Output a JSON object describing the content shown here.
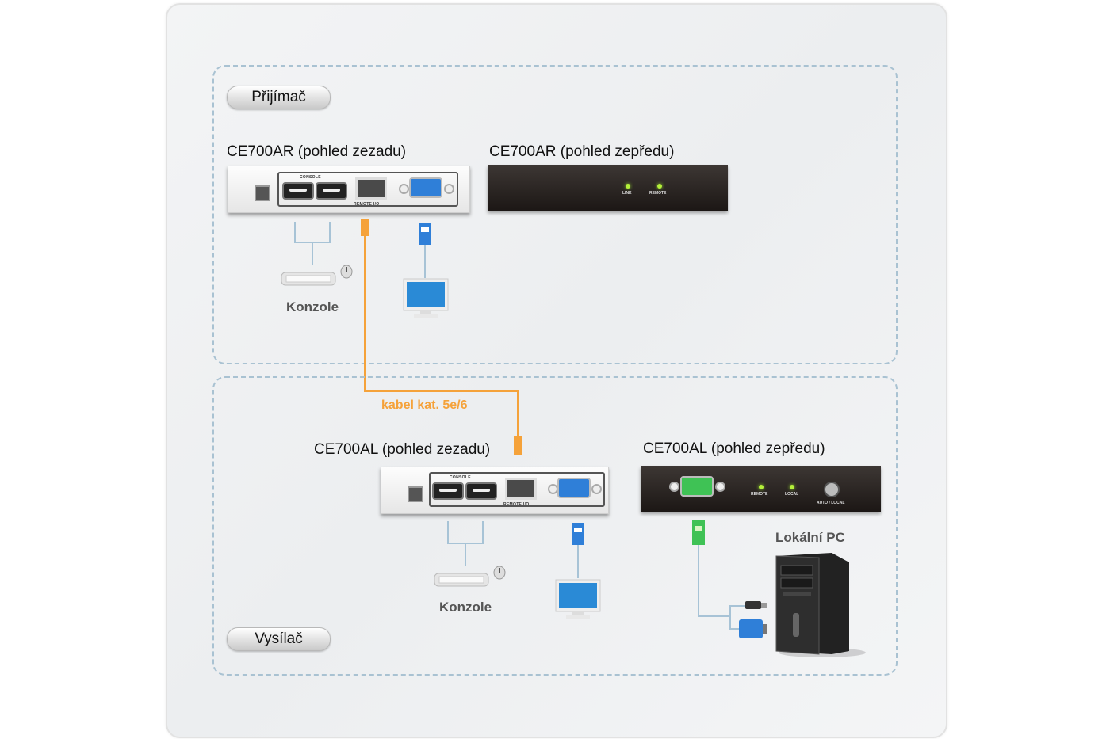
{
  "zones": {
    "receiver": {
      "label": "Přijímač"
    },
    "transmitter": {
      "label": "Vysílač"
    }
  },
  "receiver": {
    "rear_title": "CE700AR (pohled zezadu)",
    "front_title": "CE700AR (pohled zepředu)",
    "rear_ports": {
      "console": "CONSOLE",
      "remote": "REMOTE I/O"
    },
    "front_leds": [
      "LINK",
      "REMOTE"
    ],
    "console_label": "Konzole"
  },
  "cable": {
    "label": "kabel kat. 5e/6",
    "color": "#f5a23a"
  },
  "transmitter": {
    "rear_title": "CE700AL (pohled zezadu)",
    "front_title": "CE700AL (pohled zepředu)",
    "rear_ports": {
      "console": "CONSOLE",
      "remote": "REMOTE I/O"
    },
    "front_leds": [
      "REMOTE",
      "LOCAL"
    ],
    "front_button": "AUTO / LOCAL",
    "console_label": "Konzole",
    "pc_label": "Lokální PC"
  }
}
